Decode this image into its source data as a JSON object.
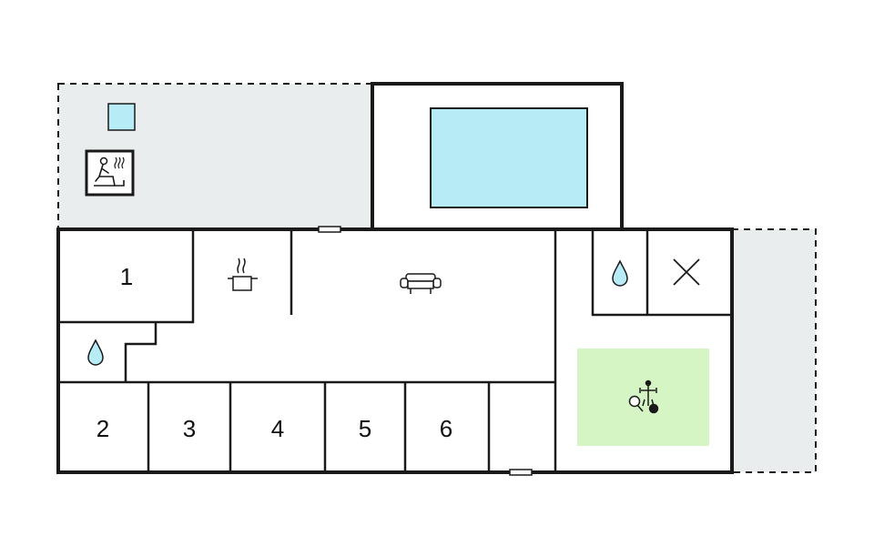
{
  "rooms": {
    "r1": "1",
    "r2": "2",
    "r3": "3",
    "r4": "4",
    "r5": "5",
    "r6": "6"
  },
  "icons": {
    "pool": "pool-icon",
    "sauna": "sauna-icon",
    "kitchen": "kitchen-pot-icon",
    "living": "sofa-icon",
    "bathroom": "water-drop-icon",
    "toilet": "water-drop-icon",
    "utility": "cross-icon",
    "games": "table-tennis-foosball-billiards-icon",
    "doors": "door-icon"
  },
  "colors": {
    "wall": "#1a1a1a",
    "terrace": "#e9edee",
    "pool_water": "#b7ecf7",
    "games_area": "#d6f5c5",
    "background": "#ffffff"
  }
}
